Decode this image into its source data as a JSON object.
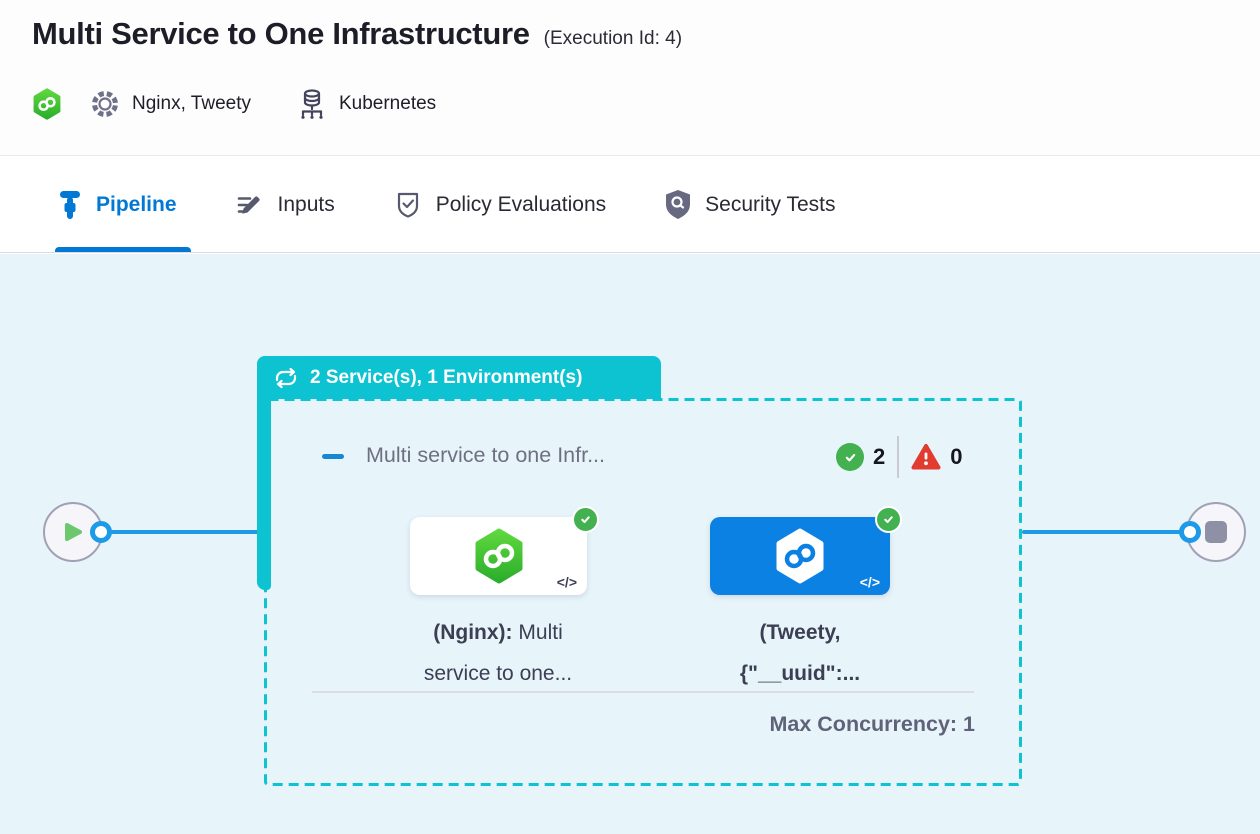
{
  "header": {
    "title": "Multi Service to One Infrastructure",
    "execution_id": "(Execution Id: 4)",
    "services_label": "Nginx, Tweety",
    "infrastructure_label": "Kubernetes"
  },
  "tabs": [
    {
      "label": "Pipeline",
      "active": true
    },
    {
      "label": "Inputs",
      "active": false
    },
    {
      "label": "Policy Evaluations",
      "active": false
    },
    {
      "label": "Security Tests",
      "active": false
    }
  ],
  "pipeline": {
    "group_badge": "2 Service(s), 1 Environment(s)",
    "stage": {
      "name": "Multi service to one Infr...",
      "success_count": "2",
      "failure_count": "0"
    },
    "services": [
      {
        "id": "nginx",
        "label_bold": "(Nginx):",
        "label_rest": " Multi",
        "label_line2": "service to one...",
        "code_glyph": "</>"
      },
      {
        "id": "tweety",
        "label_bold": "(Tweety,",
        "label_rest": "",
        "label_line2": "{\"__uuid\":...",
        "code_glyph": "</>"
      }
    ],
    "max_concurrency": "Max Concurrency: 1"
  },
  "colors": {
    "accent_blue": "#0278d5",
    "stage_teal": "#0dc3d2",
    "connector_blue": "#1d9be8",
    "success_green": "#43b14f",
    "danger_red": "#e23b2f",
    "service_tile_blue": "#0c81e4",
    "harness_green": "#42c73c",
    "canvas_bg": "#e7f5fb"
  }
}
